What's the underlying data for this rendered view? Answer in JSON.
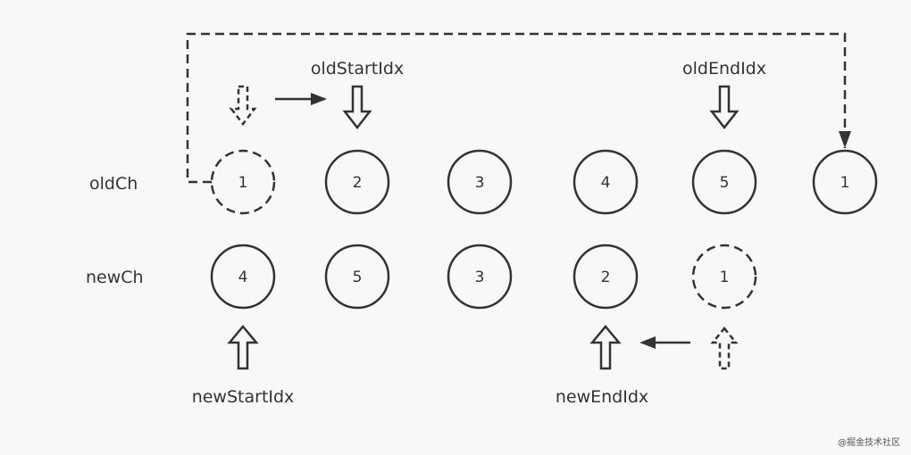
{
  "rows": {
    "old_label": "oldCh",
    "new_label": "newCh"
  },
  "old_nodes": [
    {
      "label": "1",
      "style": "dashed"
    },
    {
      "label": "2",
      "style": "solid"
    },
    {
      "label": "3",
      "style": "solid"
    },
    {
      "label": "4",
      "style": "solid"
    },
    {
      "label": "5",
      "style": "solid"
    },
    {
      "label": "1",
      "style": "solid"
    }
  ],
  "new_nodes": [
    {
      "label": "4",
      "style": "solid"
    },
    {
      "label": "5",
      "style": "solid"
    },
    {
      "label": "3",
      "style": "solid"
    },
    {
      "label": "2",
      "style": "solid"
    },
    {
      "label": "1",
      "style": "dashed"
    }
  ],
  "pointers": {
    "old_start": "oldStartIdx",
    "old_end": "oldEndIdx",
    "new_start": "newStartIdx",
    "new_end": "newEndIdx"
  },
  "watermark": "@掘金技术社区",
  "colors": {
    "stroke": "#333333",
    "background": "#f8f8f8"
  }
}
